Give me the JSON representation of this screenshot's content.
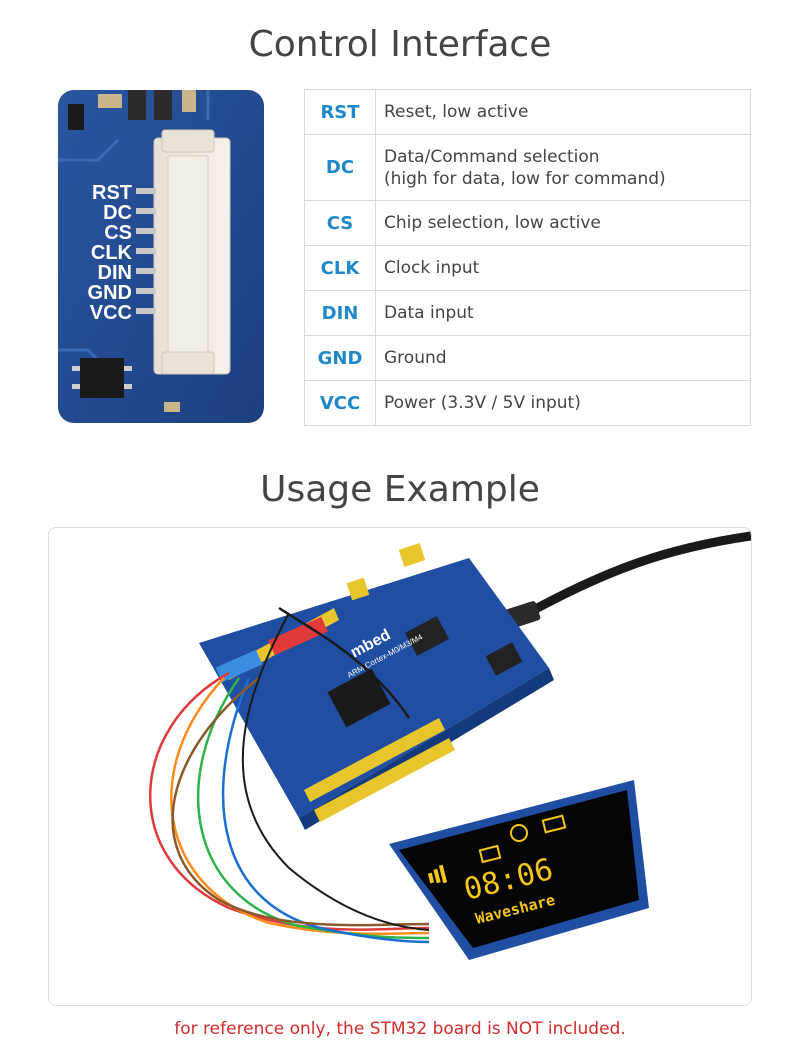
{
  "sections": {
    "control_title": "Control Interface",
    "usage_title": "Usage Example"
  },
  "pcb_labels": [
    "RST",
    "DC",
    "CS",
    "CLK",
    "DIN",
    "GND",
    "VCC"
  ],
  "pins": [
    {
      "name": "RST",
      "desc": [
        "Reset, low active"
      ]
    },
    {
      "name": "DC",
      "desc": [
        "Data/Command selection",
        "(high for data, low for command)"
      ]
    },
    {
      "name": "CS",
      "desc": [
        "Chip selection, low active"
      ]
    },
    {
      "name": "CLK",
      "desc": [
        "Clock input"
      ]
    },
    {
      "name": "DIN",
      "desc": [
        "Data input"
      ]
    },
    {
      "name": "GND",
      "desc": [
        "Ground"
      ]
    },
    {
      "name": "VCC",
      "desc": [
        "Power (3.3V / 5V input)"
      ]
    }
  ],
  "board": {
    "brand": "mbed",
    "chip": "ARM Cortex-M0/M3/M4"
  },
  "oled": {
    "time": "08:06",
    "brand": "Waveshare"
  },
  "note": "for reference only, the STM32 board is NOT included.",
  "colors": {
    "pin_blue": "#1e88c8",
    "note_red": "#d42b2b",
    "pcb_blue": "#23498f",
    "oled_yellow": "#f5c518"
  }
}
